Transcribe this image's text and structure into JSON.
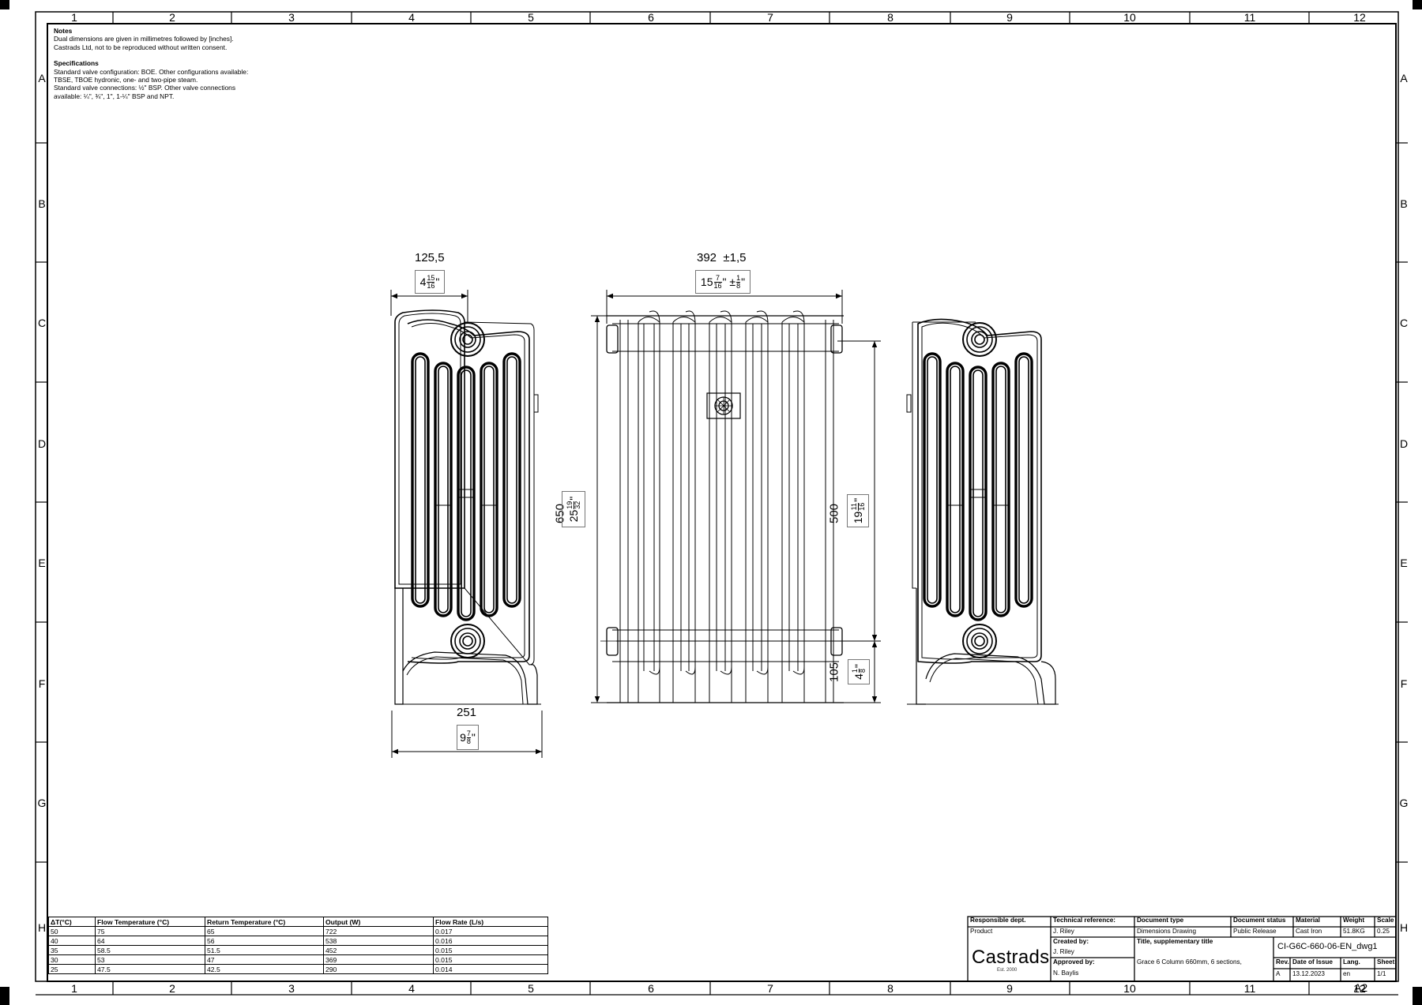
{
  "frame": {
    "columns": [
      "1",
      "2",
      "3",
      "4",
      "5",
      "6",
      "7",
      "8",
      "9",
      "10",
      "11",
      "12"
    ],
    "rows": [
      "A",
      "B",
      "C",
      "D",
      "E",
      "F",
      "G",
      "H"
    ]
  },
  "notes": {
    "heading": "Notes",
    "lines": [
      "Dual dimensions are given in millimetres followed by [inches].",
      "Castrads Ltd, not to be reproduced without written consent."
    ],
    "spec_heading": "Specifications",
    "spec_lines": [
      "Standard valve configuration: BOE. Other configurations available:",
      "TBSE, TBOE hydronic, one- and two-pipe steam.",
      "Standard valve connections: ½\" BSP. Other valve connections",
      "available: ¼\", ¾\", 1\", 1-¼\" BSP and NPT."
    ]
  },
  "dimensions": {
    "side_depth_mm": "125,5",
    "side_depth_in_whole": "4",
    "side_depth_in_num": "15",
    "side_depth_in_den": "16",
    "front_width_mm": "392",
    "front_width_tol_mm": "±1,5",
    "front_width_in_whole": "15",
    "front_width_in_num": "7",
    "front_width_in_den": "16",
    "front_width_tol_in_prefix": "±",
    "front_width_tol_in_num": "1",
    "front_width_tol_in_den": "8",
    "foot_width_mm": "251",
    "foot_width_in_whole": "9",
    "foot_width_in_num": "7",
    "foot_width_in_den": "8",
    "height_mm": "650",
    "height_in_whole": "25",
    "height_in_num": "19",
    "height_in_den": "32",
    "centres_mm": "500",
    "centres_in_whole": "19",
    "centres_in_num": "11",
    "centres_in_den": "16",
    "floor_mm": "105",
    "floor_in_whole": "4",
    "floor_in_num": "1",
    "floor_in_den": "8",
    "inch_mark": "\""
  },
  "performance_table": {
    "headers": [
      "ΔT(°C)",
      "Flow Temperature (°C)",
      "Return Temperature (°C)",
      "Output (W)",
      "Flow Rate (L/s)"
    ],
    "rows": [
      [
        "50",
        "75",
        "65",
        "722",
        "0.017"
      ],
      [
        "40",
        "64",
        "56",
        "538",
        "0.016"
      ],
      [
        "35",
        "58.5",
        "51.5",
        "452",
        "0.015"
      ],
      [
        "30",
        "53",
        "47",
        "369",
        "0.015"
      ],
      [
        "25",
        "47.5",
        "42.5",
        "290",
        "0.014"
      ]
    ]
  },
  "title_block": {
    "responsible_dept_label": "Responsible dept.",
    "responsible_dept": "Product",
    "technical_reference_label": "Technical reference:",
    "technical_reference": "J. Riley",
    "document_type_label": "Document type",
    "document_type": "Dimensions Drawing",
    "document_status_label": "Document status",
    "document_status": "Public Release",
    "material_label": "Material",
    "material": "Cast Iron",
    "weight_label": "Weight",
    "weight": "51.8KG",
    "scale_label": "Scale",
    "scale": "0.25",
    "created_by_label": "Created by:",
    "created_by": "J. Riley",
    "title_label": "Title, supplementary title",
    "title": "Grace 6 Column 660mm, 6 sections,",
    "drawing_number": "CI-G6C-660-06-EN_dwg1",
    "approved_by_label": "Approved by:",
    "approved_by": "N. Baylis",
    "rev_label": "Rev.",
    "rev": "A",
    "date_label": "Date of Issue",
    "date": "13.12.2023",
    "lang_label": "Lang.",
    "lang": "en",
    "sheet_label": "Sheet",
    "sheet": "1/1",
    "logo": "Castrads",
    "logo_sub": "Est. 2000",
    "paper_size": "A2"
  }
}
